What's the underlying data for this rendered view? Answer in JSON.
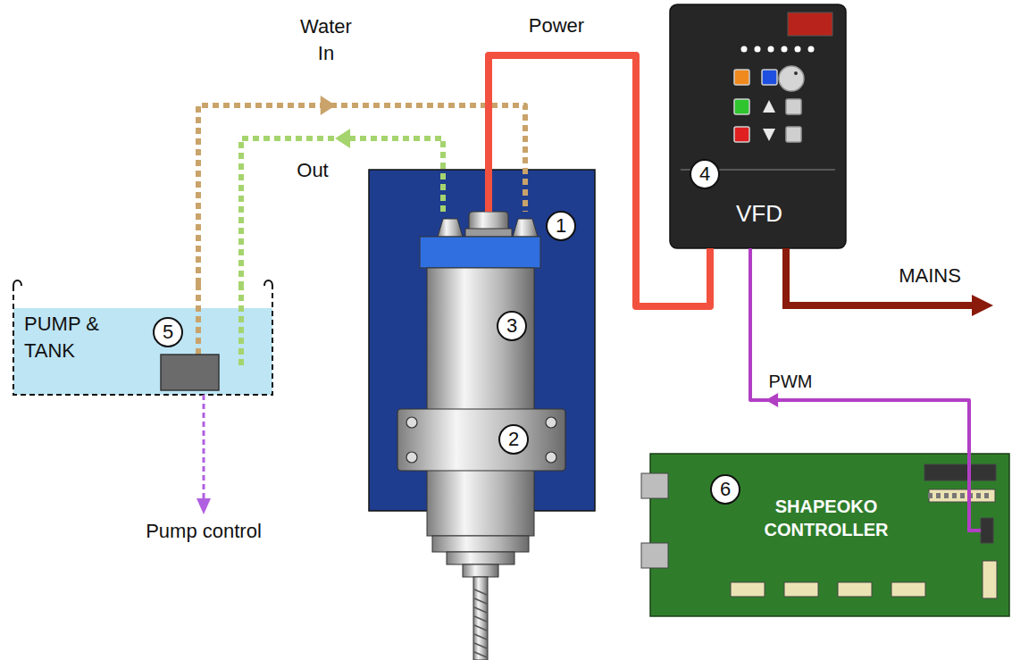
{
  "diagram": {
    "nodes": [
      {
        "text": [
          "PUMP & TANK",
          "5"
        ]
      },
      {
        "text": [
          "1"
        ]
      },
      {
        "text": [
          "3"
        ],
        "in": 1
      },
      {
        "text": [
          "2"
        ],
        "in": 1
      },
      {
        "text": [
          "4",
          "VFD"
        ]
      },
      {
        "text": [
          "6",
          "SHAPEOKO CONTROLLER"
        ]
      }
    ],
    "edges": [
      {
        "from": 0,
        "to": 2,
        "arrow": "to",
        "label": "Water In"
      },
      {
        "from": 2,
        "to": 0,
        "arrow": "to",
        "label": "Out"
      },
      {
        "from": 4,
        "to": 2,
        "arrow": "none",
        "label": "Power"
      },
      {
        "from": 5,
        "to": 4,
        "arrow": "to",
        "label": "PWM"
      }
    ],
    "labels": [
      "MAINS",
      "Pump control"
    ]
  }
}
